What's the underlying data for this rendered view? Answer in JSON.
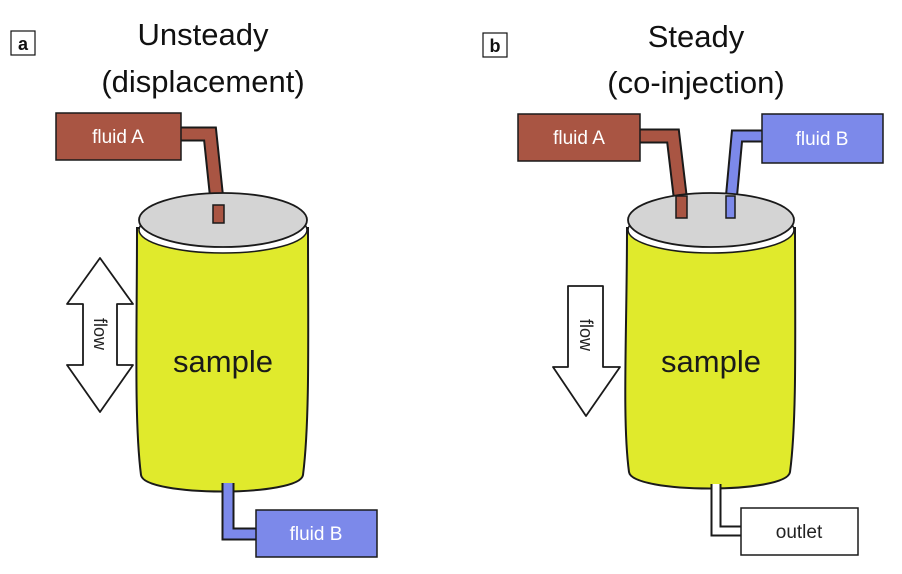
{
  "panels": {
    "a": {
      "letter": "a",
      "title_line1": "Unsteady",
      "title_line2": "(displacement)",
      "top_fluid": "fluid A",
      "bottom_fluid": "fluid B",
      "flow_label": "flow",
      "sample_label": "sample"
    },
    "b": {
      "letter": "b",
      "title_line1": "Steady",
      "title_line2": "(co-injection)",
      "left_fluid": "fluid A",
      "right_fluid": "fluid B",
      "outlet": "outlet",
      "flow_label": "flow",
      "sample_label": "sample"
    }
  },
  "colors": {
    "fluid_a": "#a95543",
    "fluid_b": "#7c89ea",
    "sample": "#e0ea2c",
    "lid": "#d4d4d4",
    "outline": "#1a1a1a"
  }
}
